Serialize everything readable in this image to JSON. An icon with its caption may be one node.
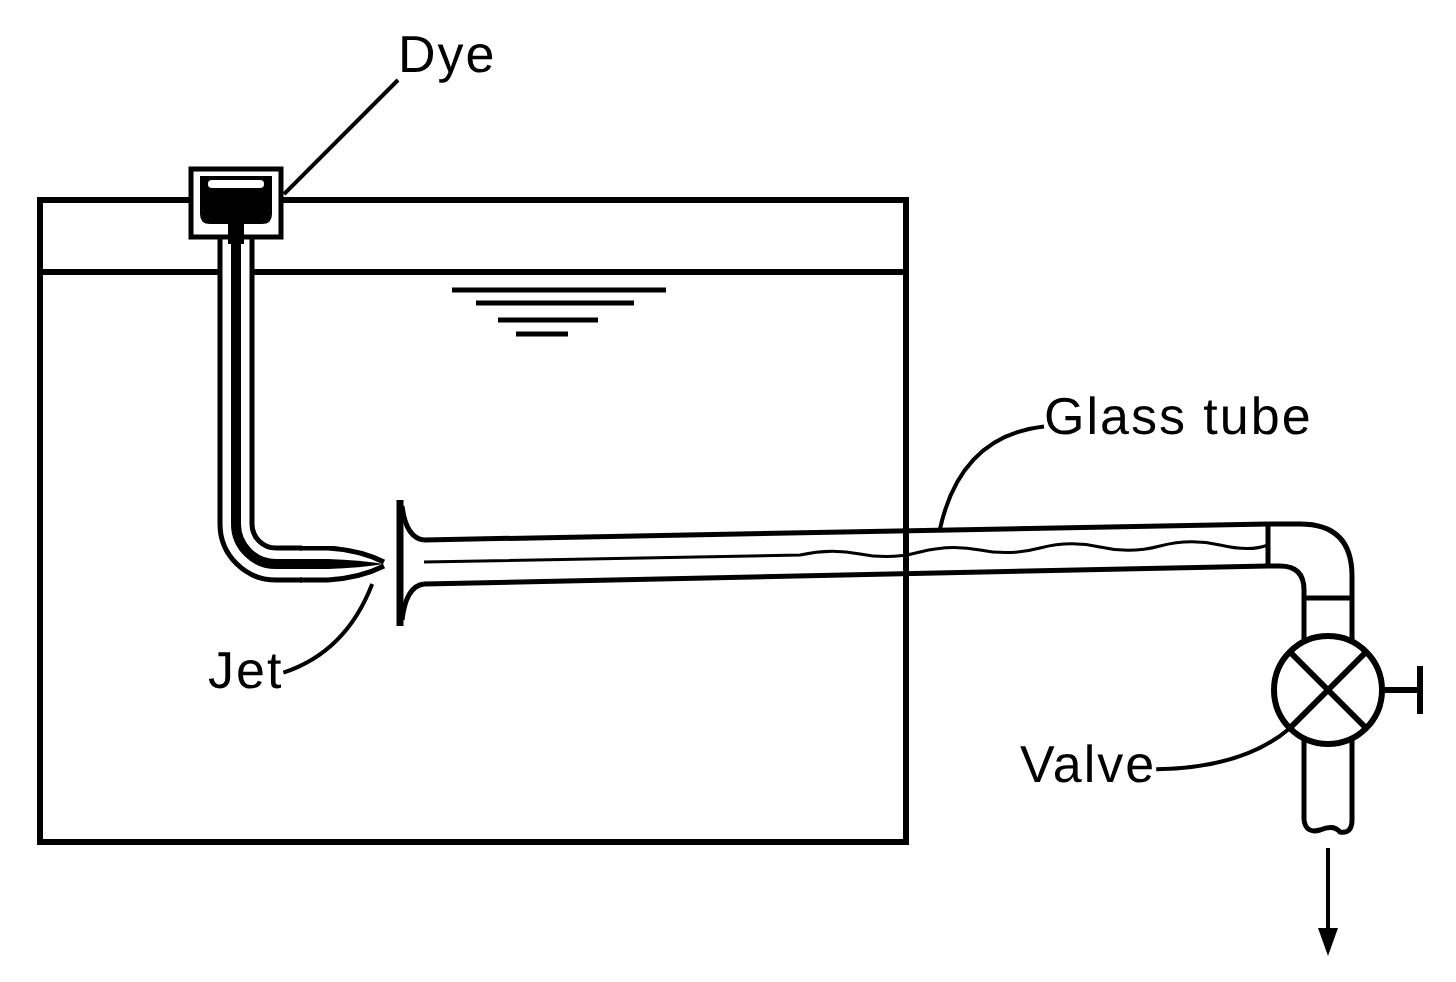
{
  "diagram": {
    "nodes": [
      {
        "text": [
          "Dye"
        ]
      },
      {
        "text": [],
        "shape": "box"
      },
      {
        "text": [
          "Glass tube"
        ]
      },
      {
        "text": [],
        "shape": "bar"
      },
      {
        "text": [
          "Jet"
        ]
      },
      {
        "text": [],
        "shape": "picture"
      },
      {
        "text": [
          "Valve"
        ]
      },
      {
        "text": [],
        "shape": "circle"
      }
    ],
    "edges": [
      {
        "from": 0,
        "to": 1,
        "arrow": "none"
      },
      {
        "from": 2,
        "to": 3,
        "arrow": "none"
      },
      {
        "from": 4,
        "to": 5,
        "arrow": "none"
      },
      {
        "from": 6,
        "to": 7,
        "arrow": "none"
      }
    ]
  }
}
